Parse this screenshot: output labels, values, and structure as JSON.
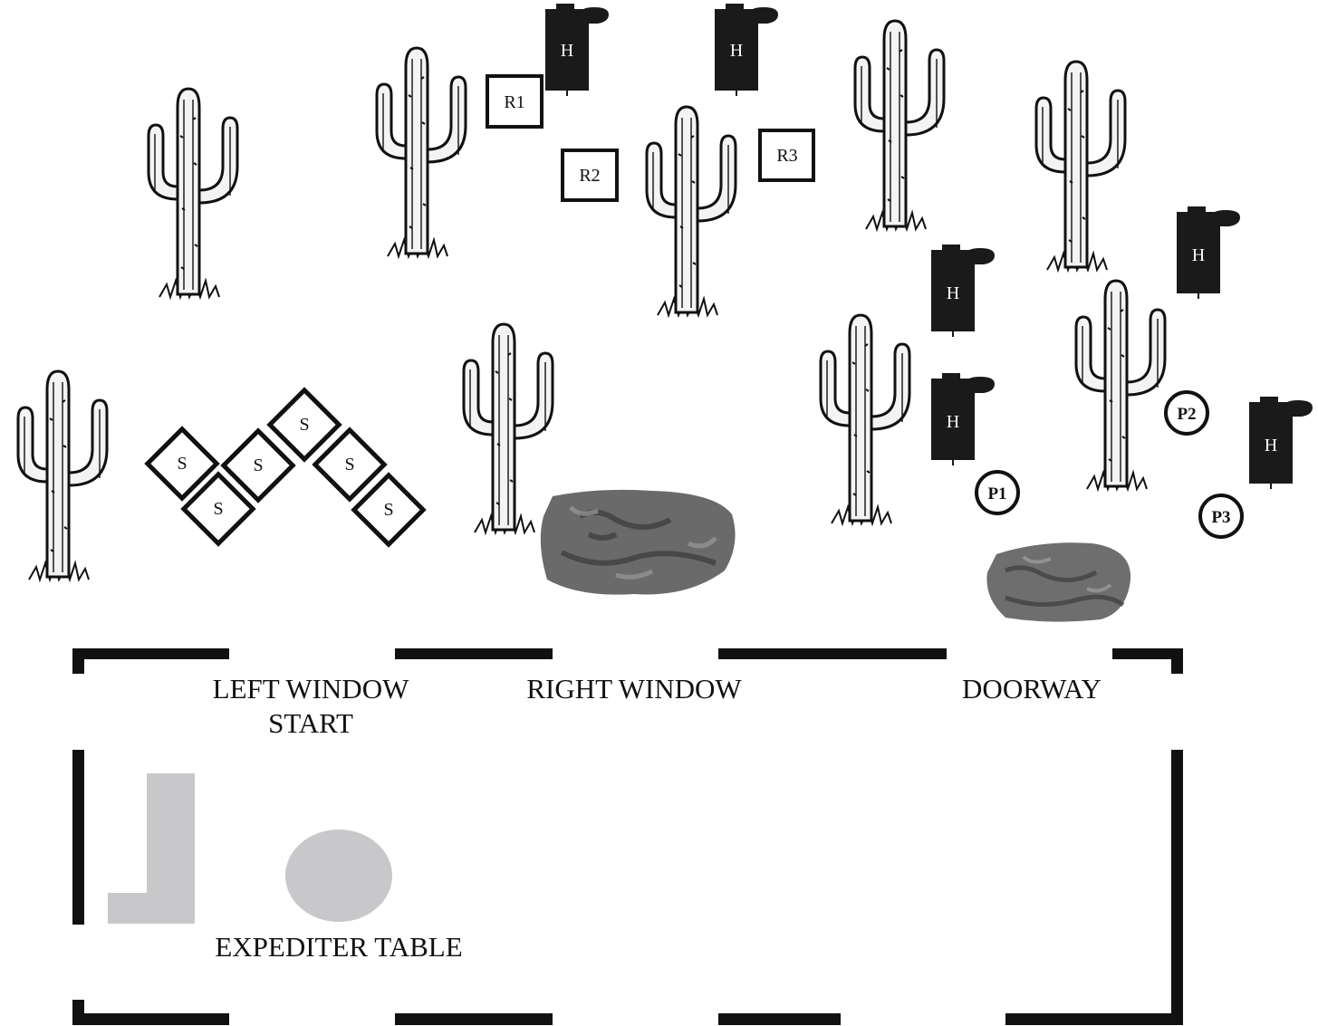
{
  "targets": {
    "h_label": "H",
    "r_labels": [
      "R1",
      "R2",
      "R3"
    ],
    "s_label": "S",
    "p_labels": [
      "P1",
      "P2",
      "P3"
    ]
  },
  "room": {
    "left_window_label": "LEFT WINDOW",
    "start_label": "START",
    "right_window_label": "RIGHT WINDOW",
    "doorway_label": "DOORWAY",
    "expediter_table_label": "EXPEDITER TABLE"
  },
  "icons": {
    "cactus": "saguaro-cactus-icon",
    "target": "silhouette-target-icon",
    "rock": "boulder-icon"
  },
  "colors": {
    "ink": "#111111",
    "furniture": "#c8c8ca",
    "rock": "#6a6a6a"
  }
}
